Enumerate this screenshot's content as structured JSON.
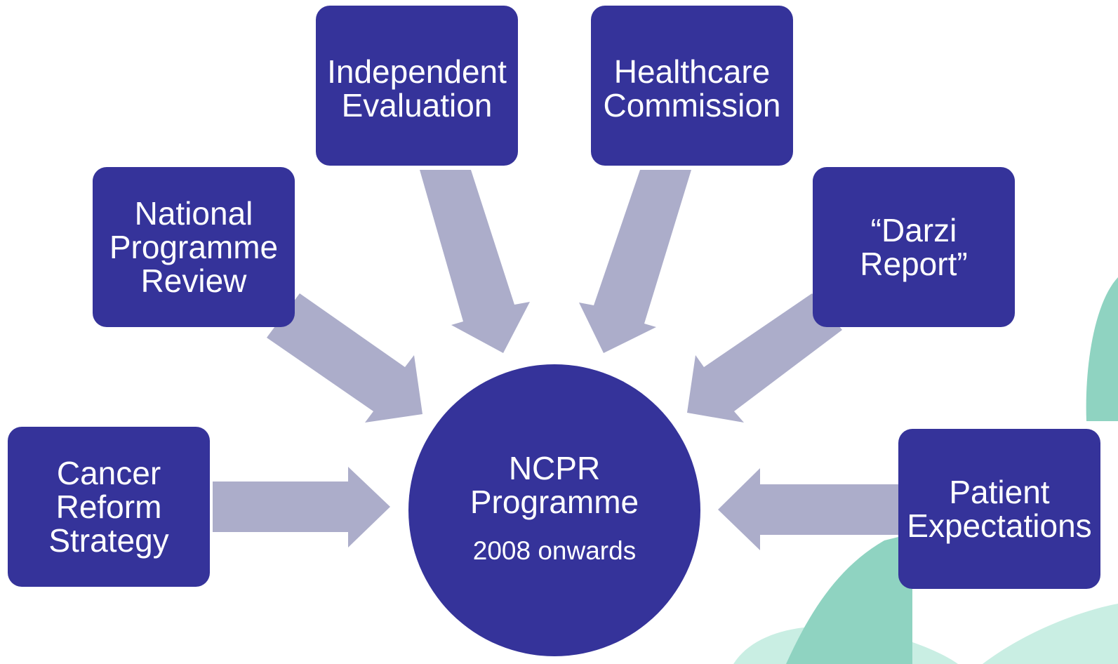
{
  "colors": {
    "node_fill": "#35339a",
    "arrow_fill": "#acadca",
    "text": "#ffffff",
    "decor_teal": "#8fd3c1",
    "decor_teal_light": "#c9eee3"
  },
  "center": {
    "title": "NCPR\nProgramme",
    "subtitle": "2008 onwards"
  },
  "inputs": [
    {
      "label": "Cancer\nReform\nStrategy"
    },
    {
      "label": "National\nProgramme\nReview"
    },
    {
      "label": "Independent\nEvaluation"
    },
    {
      "label": "Healthcare\nCommission"
    },
    {
      "label": "“Darzi\nReport”"
    },
    {
      "label": "Patient\nExpectations"
    }
  ]
}
